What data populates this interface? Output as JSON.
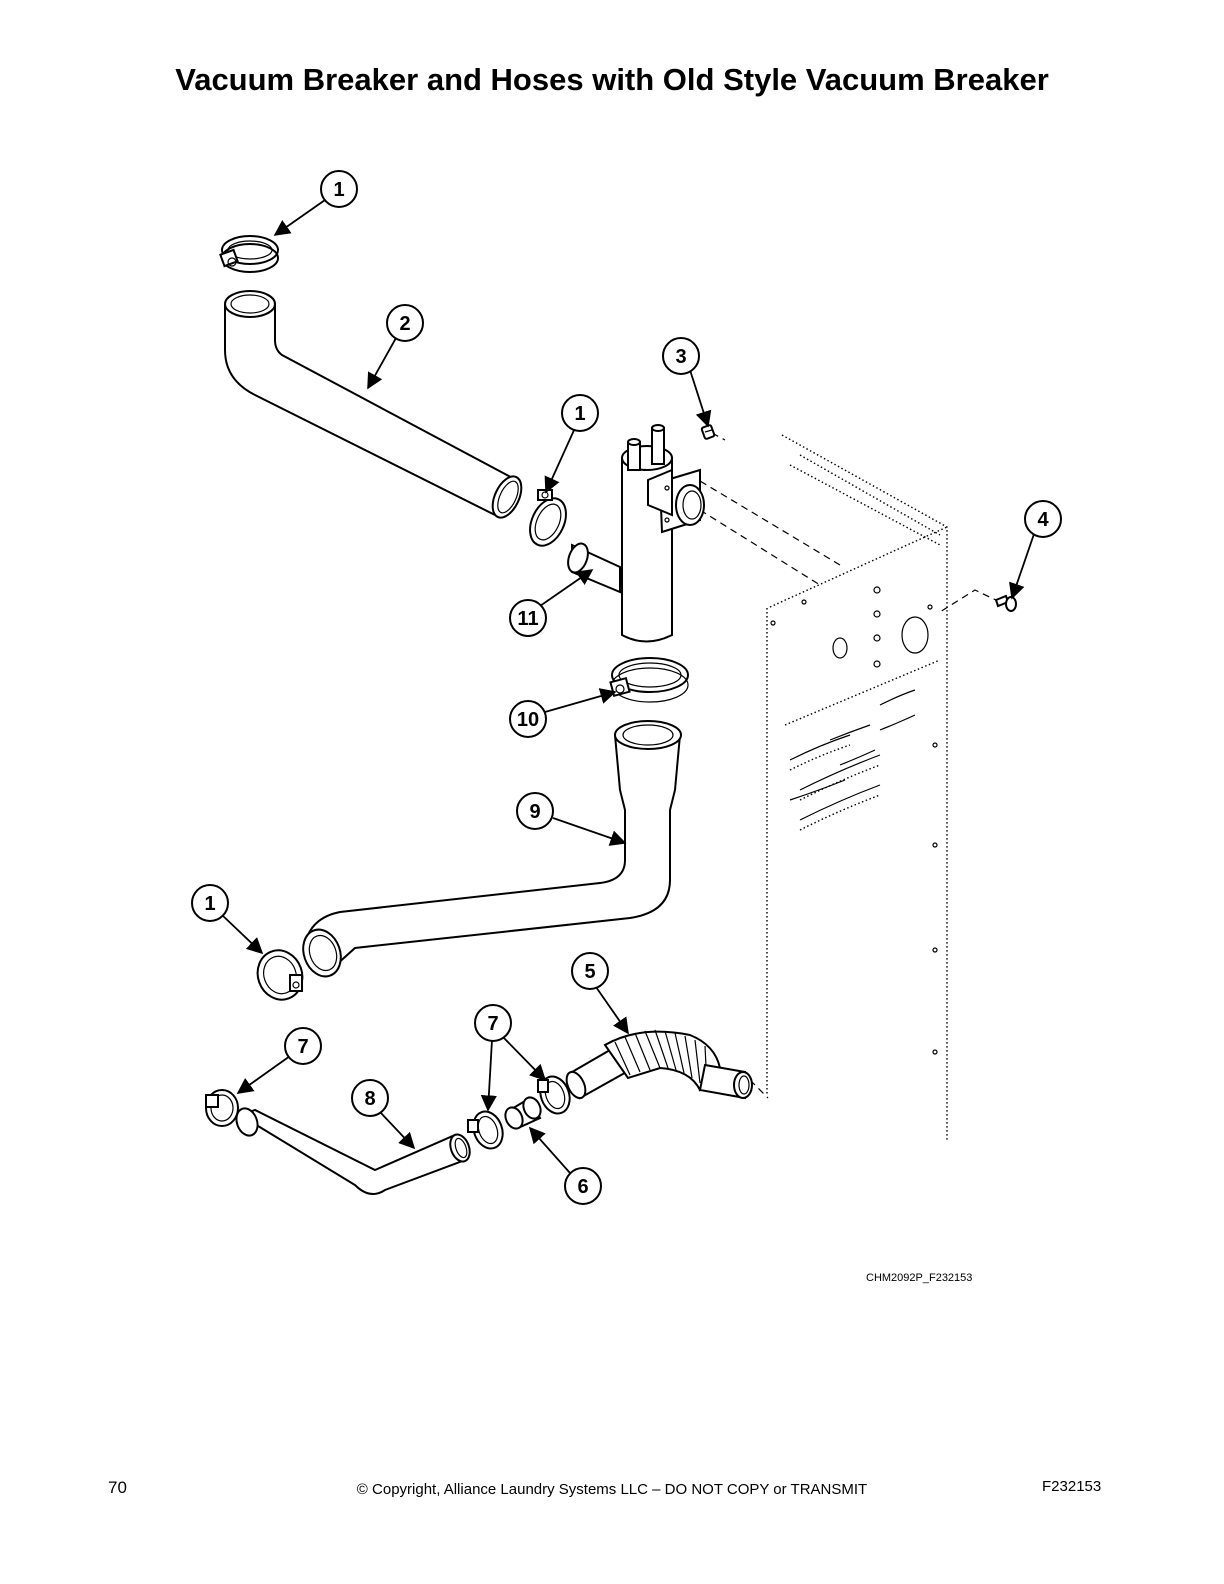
{
  "title": "Vacuum Breaker and Hoses with Old Style Vacuum Breaker",
  "figure_code": "CHM2092P_F232153",
  "footer": {
    "page_number": "70",
    "copyright": "© Copyright, Alliance Laundry Systems LLC – DO NOT COPY or TRANSMIT",
    "doc_number": "F232153"
  },
  "callouts": {
    "c1a": "1",
    "c2": "2",
    "c3": "3",
    "c1b": "1",
    "c4": "4",
    "c11": "11",
    "c10": "10",
    "c9": "9",
    "c1c": "1",
    "c5": "5",
    "c7a": "7",
    "c7b": "7",
    "c8": "8",
    "c6": "6"
  }
}
